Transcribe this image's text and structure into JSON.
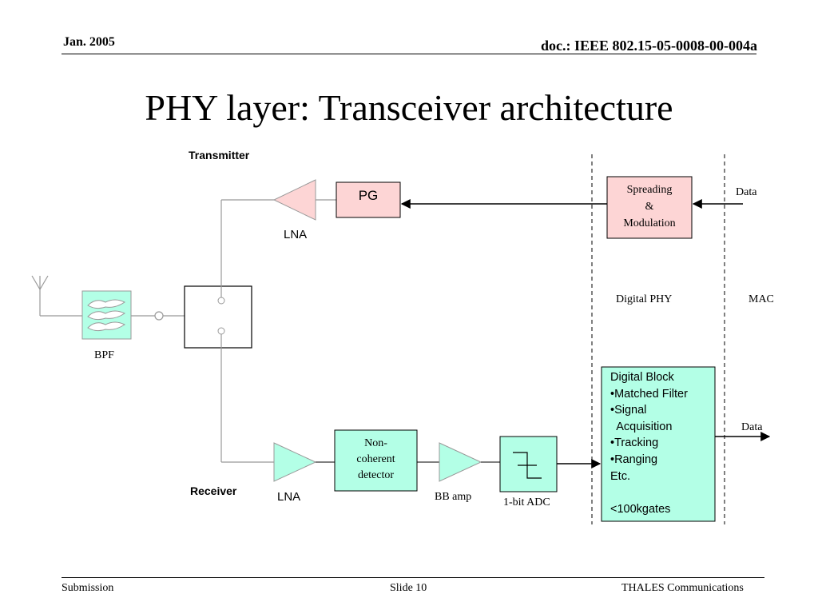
{
  "header": {
    "date": "Jan. 2005",
    "doc_id": "doc.: IEEE 802.15-05-0008-00-004a"
  },
  "title": "PHY layer: Transceiver architecture",
  "diagram": {
    "transmitter_label": "Transmitter",
    "receiver_label": "Receiver",
    "pg_label": "PG",
    "tx_lna_label": "LNA",
    "rx_lna_label": "LNA",
    "bpf_label": "BPF",
    "spreading_lines": [
      "Spreading",
      "&",
      "Modulation"
    ],
    "data_in_label": "Data",
    "data_out_label": "Data",
    "digital_phy_label": "Digital PHY",
    "mac_label": "MAC",
    "detector_lines": [
      "Non-",
      "coherent",
      "detector"
    ],
    "bb_amp_label": "BB amp",
    "adc_label": "1-bit ADC",
    "digital_block_lines": [
      "Digital Block",
      "•Matched Filter",
      "•Signal",
      "  Acquisition",
      "•Tracking",
      "•Ranging",
      "Etc.",
      "",
      "<100kgates"
    ],
    "colors": {
      "pink_fill": "#fdd5d5",
      "cyan_fill": "#b3ffe6",
      "line_gray": "#999999"
    }
  },
  "footer": {
    "left": "Submission",
    "center": "Slide 10",
    "right": "THALES Communications"
  }
}
